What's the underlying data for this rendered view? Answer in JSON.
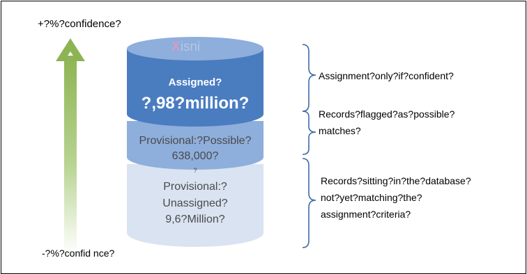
{
  "axis": {
    "top_label": "+?%?confidence?",
    "bottom_label": "-?%?confid nce?",
    "arrow_color": "#8db453"
  },
  "logo": {
    "mark": "X",
    "text": "isni"
  },
  "segments": {
    "assigned": {
      "title": "Assigned?",
      "value": "?,98?million?",
      "color": "#4a7cc0"
    },
    "provisional_possible": {
      "line1": "Provisional:?Possible?",
      "line2": "638,000?",
      "color": "#8eaedc"
    },
    "gap_marker": "?",
    "provisional_unassigned": {
      "line1": "Provisional:?",
      "line2": "Unassigned?",
      "line3": "9,6?Million?",
      "color": "#dae3f1"
    }
  },
  "annotations": [
    {
      "lines": [
        "Assignment?only?if?confident?"
      ]
    },
    {
      "lines": [
        "Records?flagged?as?possible?",
        "matches?"
      ]
    },
    {
      "lines": [
        "Records?sitting?in?the?database?",
        "not?yet?matching?the?",
        "assignment?criteria?"
      ]
    }
  ]
}
